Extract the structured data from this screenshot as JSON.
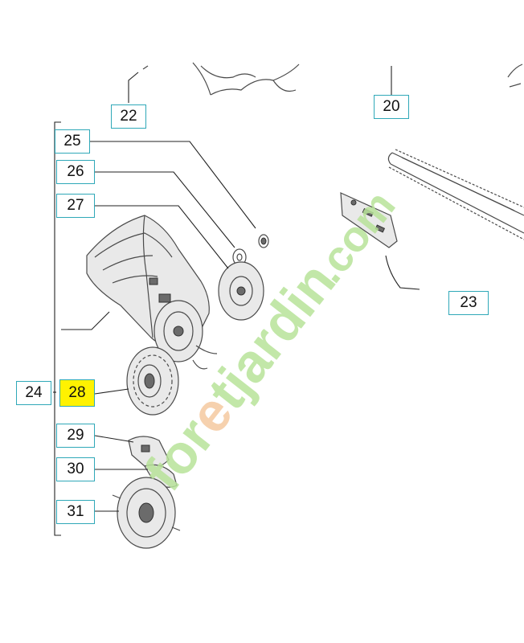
{
  "callouts": {
    "c20": "20",
    "c22": "22",
    "c23": "23",
    "c24": "24",
    "c25": "25",
    "c26": "26",
    "c27": "27",
    "c28": "28",
    "c29": "29",
    "c30": "30",
    "c31": "31"
  },
  "watermark": {
    "brand": "foretjardin",
    "suffix": ".com"
  },
  "colors": {
    "callout_border": "#2fa8b8",
    "highlight": "#fff200",
    "watermark_green": "#b8e39a",
    "watermark_orange": "#f5c9a0",
    "line": "#222222"
  }
}
